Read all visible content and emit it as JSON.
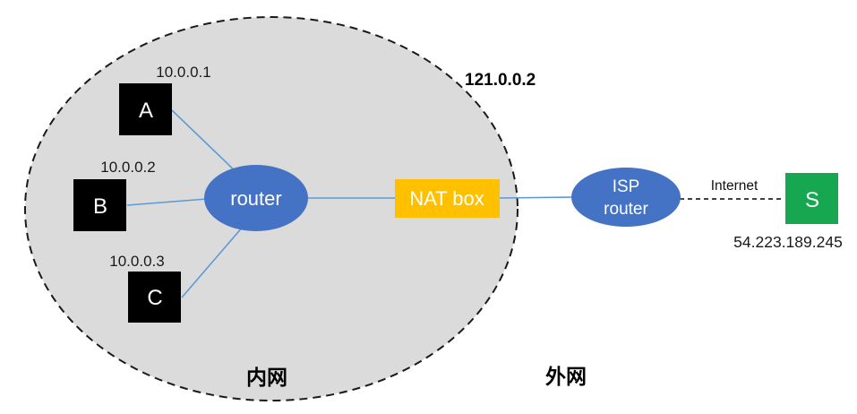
{
  "zones": {
    "intranet_label": "内网",
    "extranet_label": "外网"
  },
  "intranet": {
    "public_ip": "121.0.0.2"
  },
  "hosts": [
    {
      "name": "A",
      "ip": "10.0.0.1"
    },
    {
      "name": "B",
      "ip": "10.0.0.2"
    },
    {
      "name": "C",
      "ip": "10.0.0.3"
    }
  ],
  "router": {
    "label": "router"
  },
  "nat_box": {
    "label": "NAT box"
  },
  "isp_router": {
    "label_line1": "ISP",
    "label_line2": "router"
  },
  "internet_link": {
    "label": "Internet"
  },
  "server": {
    "name": "S",
    "ip": "54.223.189.245"
  },
  "colors": {
    "host_fill": "#000000",
    "router_fill": "#4472C4",
    "nat_fill": "#FFC000",
    "server_fill": "#17A750",
    "intranet_fill": "#DBDBDB",
    "link_stroke": "#5B9BD5",
    "dash_stroke": "#000000"
  }
}
